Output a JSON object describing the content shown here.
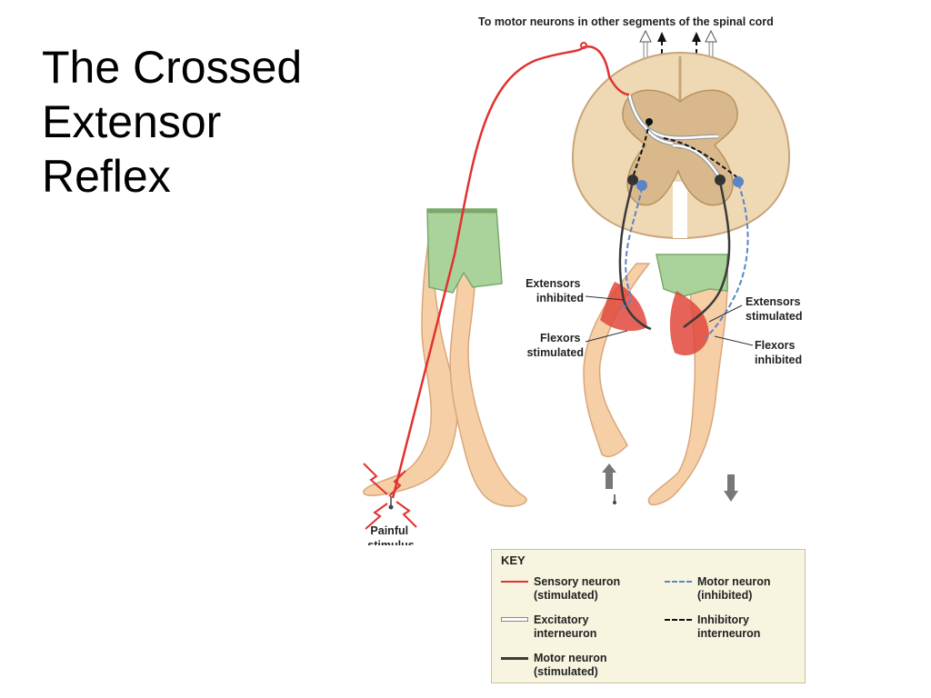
{
  "slide": {
    "title_lines": [
      "The Crossed",
      "Extensor",
      "Reflex"
    ]
  },
  "diagram": {
    "top_label": "To motor neurons in other segments of the spinal cord",
    "labels": {
      "extensors_inhibited": [
        "Extensors",
        "inhibited"
      ],
      "flexors_stimulated": [
        "Flexors",
        "stimulated"
      ],
      "extensors_stimulated": [
        "Extensors",
        "stimulated"
      ],
      "flexors_inhibited": [
        "Flexors",
        "inhibited"
      ],
      "painful_stimulus": [
        "Painful",
        "stimulus"
      ]
    },
    "colors": {
      "sensory": "#e0322f",
      "motor_inhibited": "#5a86c8",
      "motor_stimulated": "#3a3a3a",
      "inhibitory": "#111111",
      "excitatory": "#9a9a9a",
      "skin": "#f6cfa6",
      "shorts": "#a9d39b",
      "cord": "#efd9b4",
      "gray_matter": "#d9b98c",
      "key_bg": "#f7f4df"
    }
  },
  "key": {
    "title": "KEY",
    "items": [
      {
        "line1": "Sensory neuron",
        "line2": "(stimulated)",
        "style": "sensory"
      },
      {
        "line1": "Motor neuron",
        "line2": "(inhibited)",
        "style": "motor_inhibited"
      },
      {
        "line1": "Excitatory",
        "line2": "interneuron",
        "style": "excitatory"
      },
      {
        "line1": "Inhibitory",
        "line2": "interneuron",
        "style": "inhibitory"
      },
      {
        "line1": "Motor neuron",
        "line2": "(stimulated)",
        "style": "motor_stimulated"
      }
    ]
  }
}
